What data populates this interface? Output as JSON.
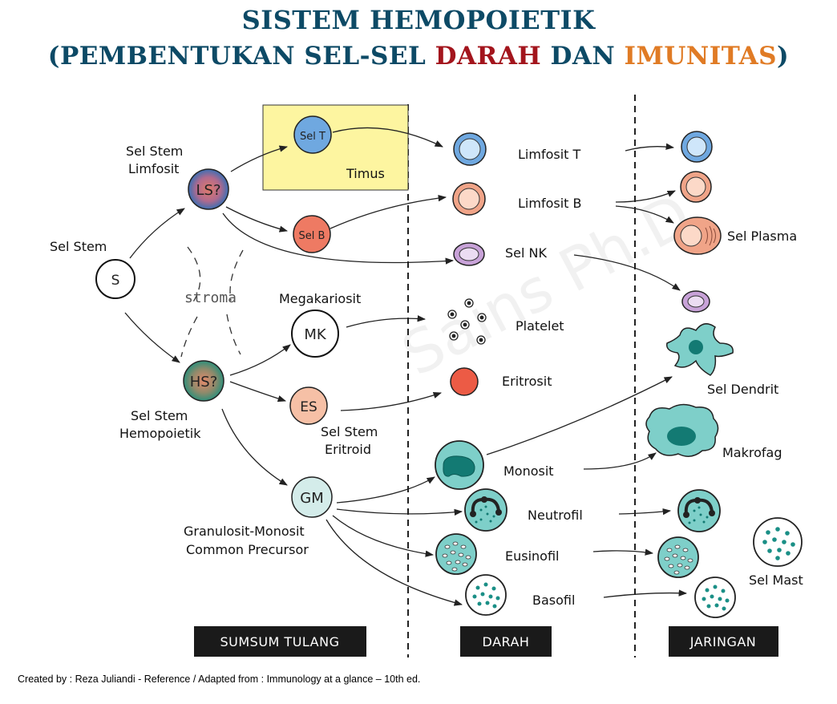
{
  "title": {
    "line1": "SISTEM HEMOPOIETIK",
    "line2_open": "(PEMBENTUKAN SEL-SEL ",
    "line2_red": "DARAH",
    "line2_mid": " DAN ",
    "line2_orange": "IMUNITAS",
    "line2_close": ")"
  },
  "colors": {
    "title": "#0d4a66",
    "darah": "#a3151d",
    "imunitas": "#e07b25",
    "timus_box": "#fdf5a0",
    "lymphocyte_t": "#6fa8e0",
    "lymphocyte_b": "#f0a488",
    "nk": "#c8a2d8",
    "erythrocyte": "#ec5b45",
    "myeloid": "#7ecfc9",
    "bar": "#1a1a1a"
  },
  "labels": {
    "sel_stem": "Sel Stem",
    "s": "S",
    "sel_stem_limfosit_1": "Sel Stem",
    "sel_stem_limfosit_2": "Limfosit",
    "ls": "LS?",
    "stroma": "stroma",
    "hs": "HS?",
    "sel_stem_hemo_1": "Sel Stem",
    "sel_stem_hemo_2": "Hemopoietik",
    "sel_t": "Sel T",
    "timus": "Timus",
    "sel_b": "Sel B",
    "megakariosit": "Megakariosit",
    "mk": "MK",
    "es": "ES",
    "sel_stem_eritroid_1": "Sel Stem",
    "sel_stem_eritroid_2": "Eritroid",
    "gm": "GM",
    "gm_label_1": "Granulosit-Monosit",
    "gm_label_2": "Common Precursor",
    "limfosit_t": "Limfosit T",
    "limfosit_b": "Limfosit B",
    "sel_nk": "Sel NK",
    "platelet": "Platelet",
    "eritrosit": "Eritrosit",
    "monosit": "Monosit",
    "neutrofil": "Neutrofil",
    "eusinofil": "Eusinofil",
    "basofil": "Basofil",
    "sel_plasma": "Sel Plasma",
    "sel_dendrit": "Sel Dendrit",
    "makrofag": "Makrofag",
    "sel_mast": "Sel Mast"
  },
  "regions": {
    "sumsum": "SUMSUM TULANG",
    "darah": "DARAH",
    "jaringan": "JARINGAN"
  },
  "watermark": "Sains Ph.D",
  "footer": "Created by : Reza Juliandi - Reference / Adapted from : Immunology at a glance – 10th ed."
}
